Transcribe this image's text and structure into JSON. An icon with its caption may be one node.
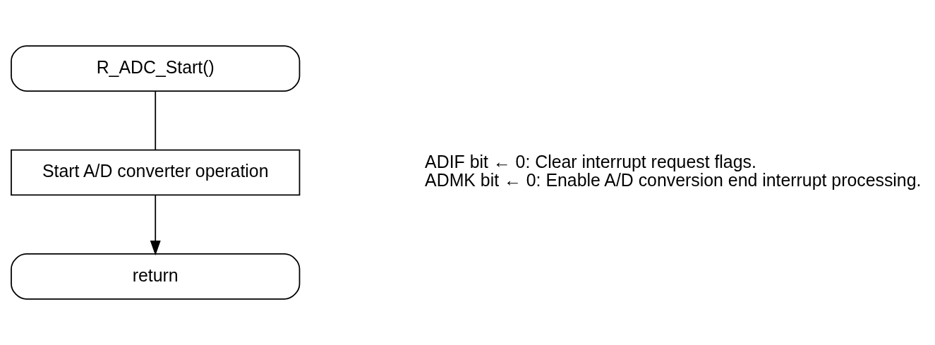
{
  "diagram": {
    "nodes": [
      {
        "text": [
          "R_ADC_Start()"
        ]
      },
      {
        "text": [
          "Start A/D converter operation"
        ],
        "beside": [
          "ADIF bit ← 0: Clear interrupt request flags.",
          "ADMK bit ← 0: Enable A/D conversion end interrupt processing."
        ]
      },
      {
        "text": [
          "return"
        ]
      }
    ],
    "edges": [
      {
        "from": 0,
        "to": 1,
        "arrow": "none"
      },
      {
        "from": 1,
        "to": 2,
        "arrow": "to"
      }
    ]
  }
}
